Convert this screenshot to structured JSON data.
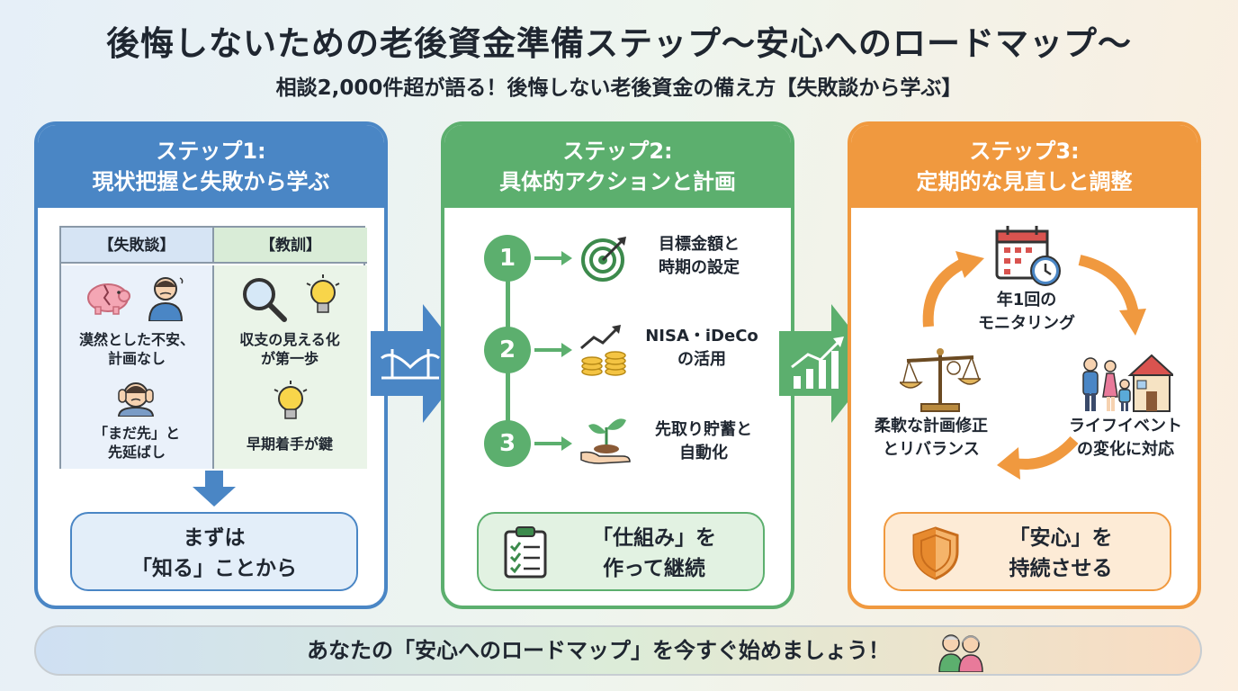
{
  "header": {
    "title": "後悔しないための老後資金準備ステップ〜安心へのロードマップ〜",
    "subtitle": "相談2,000件超が語る！後悔しない老後資金の備え方【失敗談から学ぶ】"
  },
  "step1": {
    "heading_line1": "ステップ1:",
    "heading_line2": "現状把握と失敗から学ぶ",
    "failures_header": "【失敗談】",
    "lessons_header": "【教訓】",
    "failure1": "漠然とした不安、",
    "failure1b": "計画なし",
    "failure2": "「まだ先」と",
    "failure2b": "先延ばし",
    "lesson1": "収支の見える化",
    "lesson1b": "が第一歩",
    "lesson2": "早期着手が鍵",
    "cta_line1": "まずは",
    "cta_line2": "「知る」ことから",
    "color": "#4a86c5"
  },
  "step2": {
    "heading_line1": "ステップ2:",
    "heading_line2": "具体的アクションと計画",
    "items": [
      {
        "num": "1",
        "line1": "目標金額と",
        "line2": "時期の設定",
        "icon": "target-icon"
      },
      {
        "num": "2",
        "line1": "NISA・iDeCo",
        "line2": "の活用",
        "icon": "coins-growth-icon"
      },
      {
        "num": "3",
        "line1": "先取り貯蓄と",
        "line2": "自動化",
        "icon": "sprout-hand-icon"
      }
    ],
    "cta_line1": "「仕組み」を",
    "cta_line2": "作って継続",
    "color": "#5caf6e"
  },
  "step3": {
    "heading_line1": "ステップ3:",
    "heading_line2": "定期的な見直しと調整",
    "monitor_line1": "年1回の",
    "monitor_line2": "モニタリング",
    "life_line1": "ライフイベント",
    "life_line2": "の変化に対応",
    "rebalance_line1": "柔軟な計画修正",
    "rebalance_line2": "とリバランス",
    "cta_line1": "「安心」を",
    "cta_line2": "持続させる",
    "color": "#f0993f"
  },
  "footer": {
    "text": "あなたの「安心へのロードマップ」を今すぐ始めましょう！"
  }
}
